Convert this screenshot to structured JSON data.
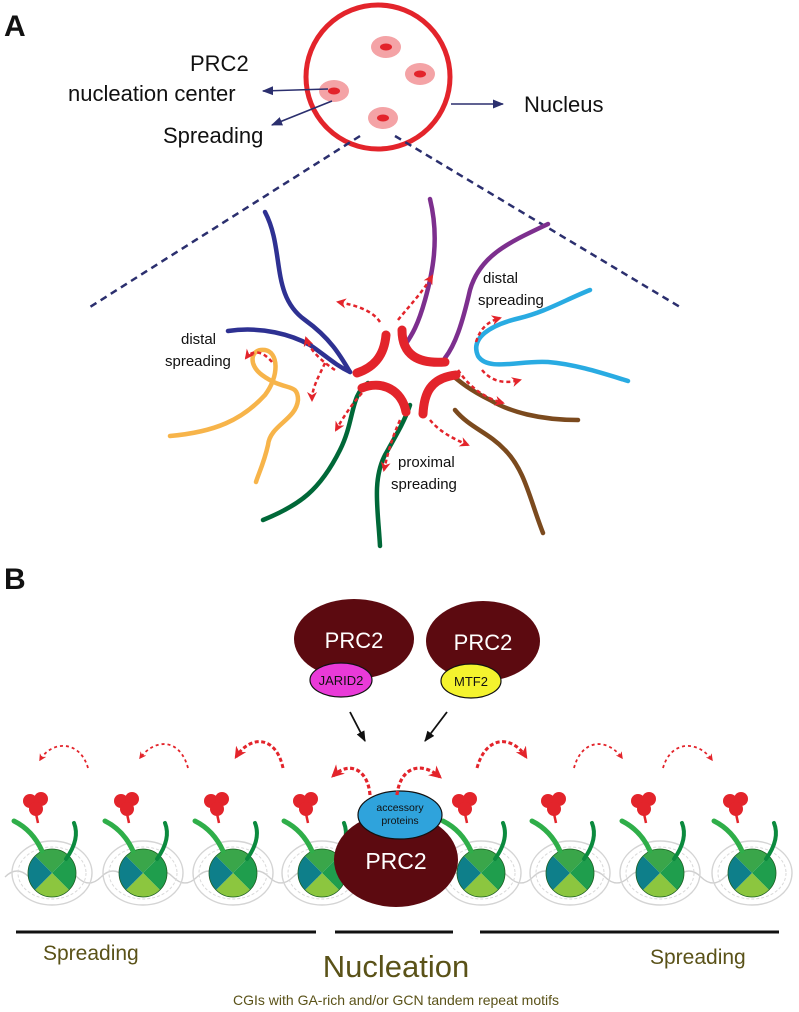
{
  "panel_a": {
    "label": "A",
    "nucleation_center_line1": "PRC2",
    "nucleation_center_line2": "nucleation center",
    "spreading": "Spreading",
    "nucleus": "Nucleus",
    "distal_spreading_left_line1": "distal",
    "distal_spreading_left_line2": "spreading",
    "distal_spreading_right_line1": "distal",
    "distal_spreading_right_line2": "spreading",
    "proximal_spreading_line1": "proximal",
    "proximal_spreading_line2": "spreading"
  },
  "panel_b": {
    "label": "B",
    "prc2_jarid2_label": "PRC2",
    "jarid2": "JARID2",
    "prc2_mtf2_label": "PRC2",
    "mtf2": "MTF2",
    "accessory_line1": "accessory",
    "accessory_line2": "proteins",
    "prc2_center_label": "PRC2",
    "spreading_left": "Spreading",
    "nucleation": "Nucleation",
    "spreading_right": "Spreading",
    "footnote": "CGIs with GA-rich and/or GCN tandem repeat motifs"
  },
  "colors": {
    "red": "#e3242b",
    "navy": "#2b2f6e",
    "prc2_dark": "#5c0a10",
    "jarid2": "#e93ad8",
    "mtf2": "#f4f32e",
    "accessory": "#2fa3dc",
    "olive_text": "#5a5218",
    "strand_blue": "#2e3192",
    "strand_purple": "#7d2f8e",
    "strand_cyan": "#29abe2",
    "strand_orange": "#f7b44a",
    "strand_green": "#006838",
    "strand_brown": "#7b4a1e"
  }
}
